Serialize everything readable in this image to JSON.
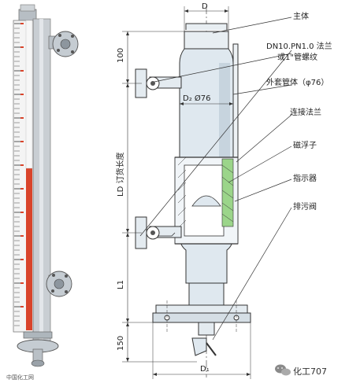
{
  "colors": {
    "body_fill": "#dfe8ef",
    "body_shade": "#b9c8d3",
    "line": "#333333",
    "scale_red": "#d9442b",
    "scale_white": "#f4f4f4",
    "pipe_metal": "#c9ced3",
    "float_green": "#9bd58a",
    "background": "#ffffff"
  },
  "labels": {
    "main_body": "主体",
    "flange_spec": "DN10.PN1.0 法兰",
    "flange_alt": "或1\"管螺纹",
    "outer_tube": "外套管体（φ76）",
    "connect_flange": "连接法兰",
    "magnetic_float": "磁浮子",
    "indicator": "指示器",
    "drain_valve": "排污阀"
  },
  "dimensions": {
    "d_top": "D",
    "d2": "D₂ Ø76",
    "dim_100": "100",
    "ld": "LD 订货长度",
    "l1": "L1",
    "dim_150": "150",
    "d1": "D₁"
  },
  "watermark": {
    "left": "中国化工网",
    "right": "化工707",
    "icon": "wechat-icon"
  }
}
